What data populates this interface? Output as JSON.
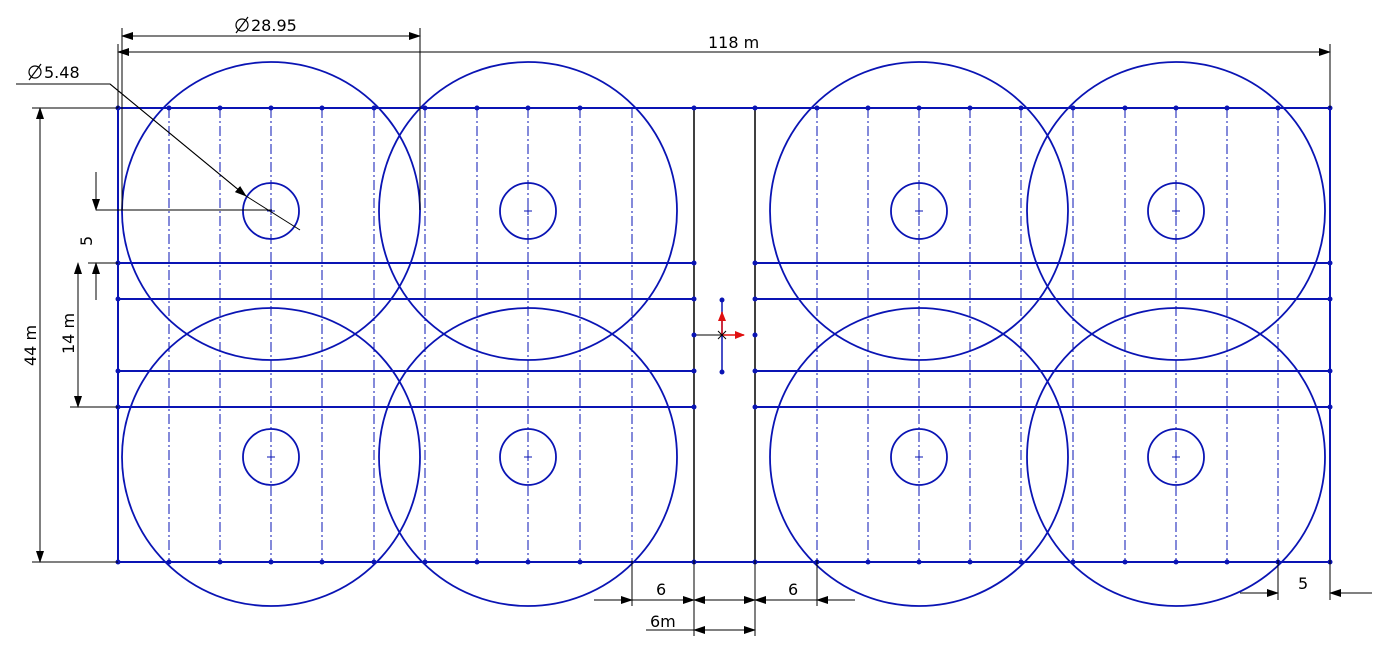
{
  "colors": {
    "sketch": "#0a14b4",
    "dimension": "#000000",
    "origin_axis": "#e01010",
    "background": "#ffffff"
  },
  "dimensions": {
    "big_diameter": "28.95",
    "small_diameter": "5.48",
    "total_width": "118 m",
    "total_height": "44 m",
    "center_offset": "5",
    "band_height": "14 m",
    "gap_left": "6",
    "gap_center": "6m",
    "gap_right": "6",
    "edge_right": "5"
  },
  "icons": {
    "diameter_symbol": "diameter-icon",
    "origin": "origin-icon"
  }
}
